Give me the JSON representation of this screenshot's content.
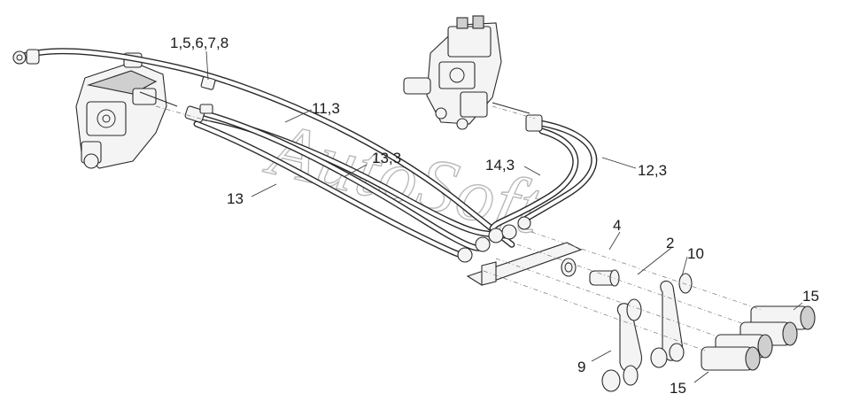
{
  "callouts": [
    {
      "id": "1-5-6-7-8",
      "text": "1,5,6,7,8"
    },
    {
      "id": "11-3",
      "text": "11,3"
    },
    {
      "id": "13-3",
      "text": "13,3"
    },
    {
      "id": "13",
      "text": "13"
    },
    {
      "id": "14-3",
      "text": "14,3"
    },
    {
      "id": "12-3",
      "text": "12,3"
    },
    {
      "id": "4",
      "text": "4"
    },
    {
      "id": "2",
      "text": "2"
    },
    {
      "id": "10",
      "text": "10"
    },
    {
      "id": "15-top",
      "text": "15"
    },
    {
      "id": "9",
      "text": "9"
    },
    {
      "id": "15-bottom",
      "text": "15"
    }
  ],
  "watermark": "AutoSoft"
}
